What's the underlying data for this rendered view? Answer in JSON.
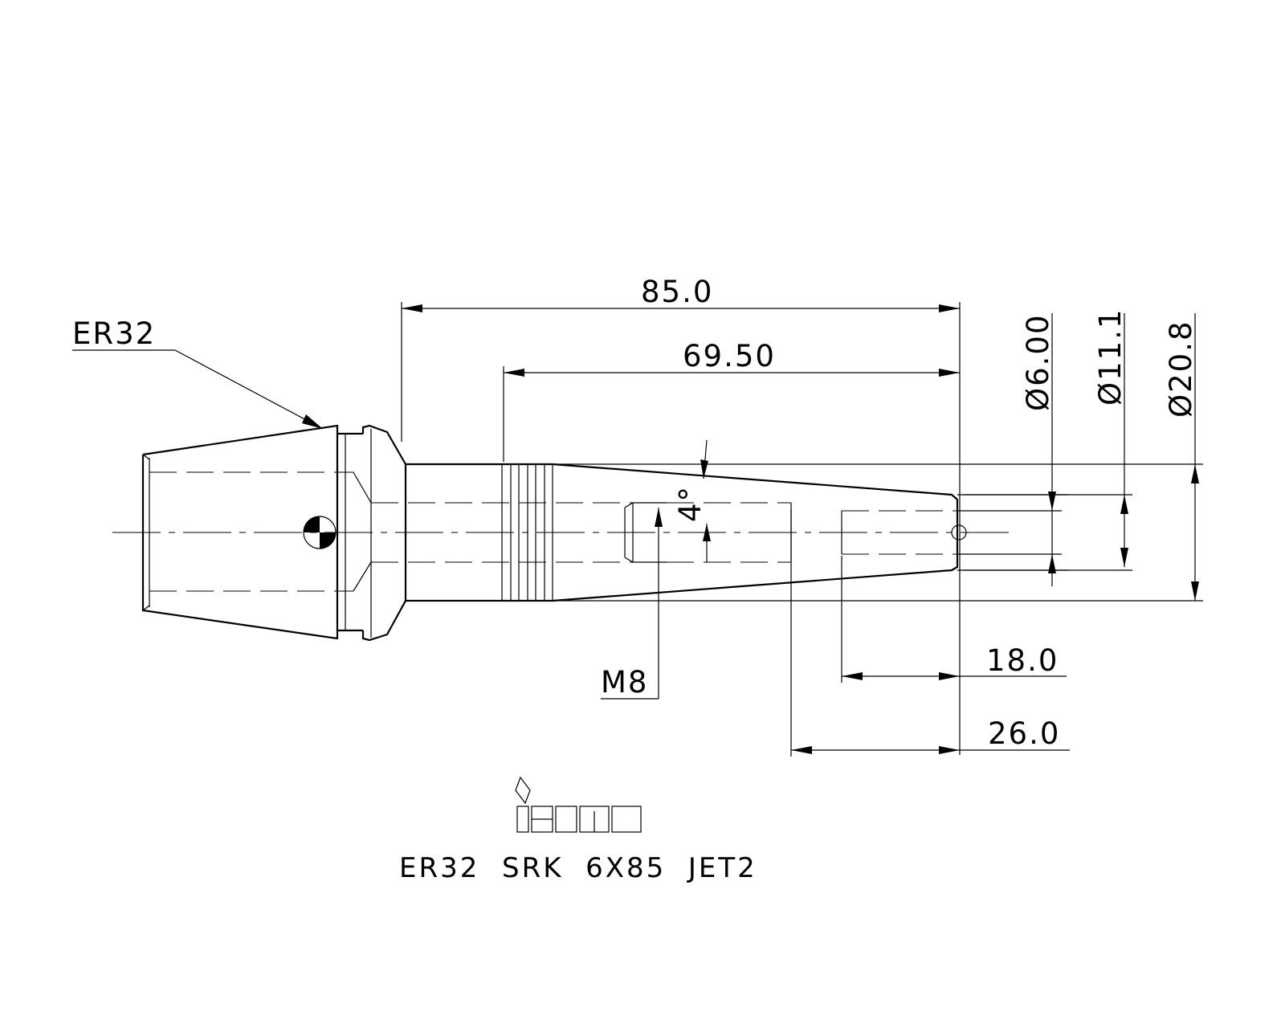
{
  "labels": {
    "collet": "ER32",
    "thread": "M8",
    "angle": "4°"
  },
  "dimensions": {
    "overall_length": "85.0",
    "shank_length": "69.50",
    "depth_inner": "18.0",
    "depth_outer": "26.0",
    "dia_bore": "Ø6.00",
    "dia_tip": "Ø11.1",
    "dia_body": "Ø20.8"
  },
  "brand": {
    "logo_text": "iscar"
  },
  "title": "ER32  SRK  6X85  JET2",
  "icons": [
    "datum-symbol",
    "arrowhead",
    "iscar-logo"
  ]
}
